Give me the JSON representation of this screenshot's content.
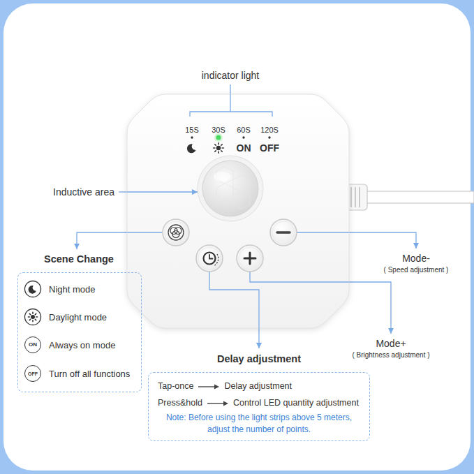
{
  "diagram": {
    "nodes": [
      {
        "text": [
          "15S",
          "30S",
          "60S",
          "120S",
          "ON",
          "OFF"
        ]
      },
      {
        "text": [
          "Scene Change",
          "Night mode",
          "Daylight mode",
          "Always on mode",
          "Turn off all functions"
        ]
      },
      {
        "text": [
          "ON"
        ],
        "in": 1
      },
      {
        "text": [
          "OFF"
        ],
        "in": 1
      },
      {
        "text": [
          "Delay adjustment",
          "Tap-once",
          "Delay adjustment",
          "Press&hold",
          "Control LED quantity adjustment",
          "Note: Before using the light strips above 5 meters, adjust the number of points."
        ]
      }
    ],
    "edges": [
      {
        "from": 0,
        "to": 1,
        "arrow": "to"
      },
      {
        "from": 0,
        "to": 4,
        "arrow": "to"
      }
    ],
    "labels": [
      "indicator light",
      "Inductive area",
      "Mode-",
      "( Speed adjustment )",
      "Mode+",
      "( Brightness adjustment )"
    ]
  }
}
